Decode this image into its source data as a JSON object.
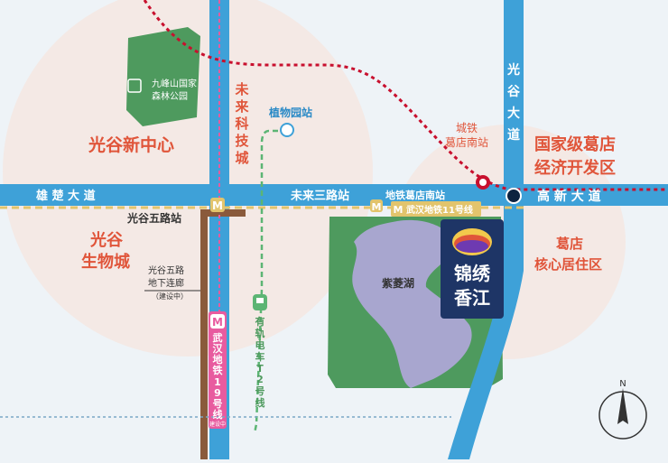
{
  "areas": {
    "guanggu_center": "光谷新中心",
    "guanggu_bio_1": "光谷",
    "guanggu_bio_2": "生物城",
    "gedian_econ_1": "国家级葛店",
    "gedian_econ_2": "经济开发区",
    "gedian_residential_1": "葛店",
    "gedian_residential_2": "核心居住区"
  },
  "parks": {
    "jiufeng_1": "九峰山国家",
    "jiufeng_2": "森林公园",
    "lake": "紫菱湖"
  },
  "roads": {
    "xiongchu": "雄 楚 大 道",
    "weilai_sanlu": "未来三路站",
    "gaoxin": "高 新 大 道",
    "weilai_keji_city": [
      "未",
      "来",
      "科",
      "技",
      "城"
    ],
    "guanggu_dadao": [
      "光",
      "谷",
      "大",
      "道"
    ]
  },
  "stations": {
    "botanical_garden": "植物园站",
    "guanggu_5lu": "光谷五路站",
    "metro_gedian_south": "地铁葛店南站",
    "intercity_1": "城铁",
    "intercity_2": "葛店南站"
  },
  "lines": {
    "metro11": "武汉地铁11号线",
    "metro19": [
      "武",
      "汉",
      "地",
      "铁",
      "1",
      "9",
      "号",
      "线"
    ],
    "tram_t2": [
      "有",
      "轨",
      "电",
      "车",
      "T",
      "2",
      "号",
      "线"
    ],
    "underground_1": "光谷五路",
    "underground_2": "地下连廊",
    "underground_note": "（建设中）",
    "metro19_note": "建设中",
    "metro_symbol": "M"
  },
  "project": {
    "name_1": "锦绣",
    "name_2": "香江"
  },
  "compass": "N",
  "colors": {
    "road_blue": "#3ea1d8",
    "red_label": "#e0553a",
    "rail_red": "#c8102e",
    "park_green": "#4e9a5e",
    "lake_purple": "#a8a6cf",
    "metro_pink": "#e85b9f",
    "tram_green": "#5cb574",
    "brand_navy": "#1e3566"
  }
}
